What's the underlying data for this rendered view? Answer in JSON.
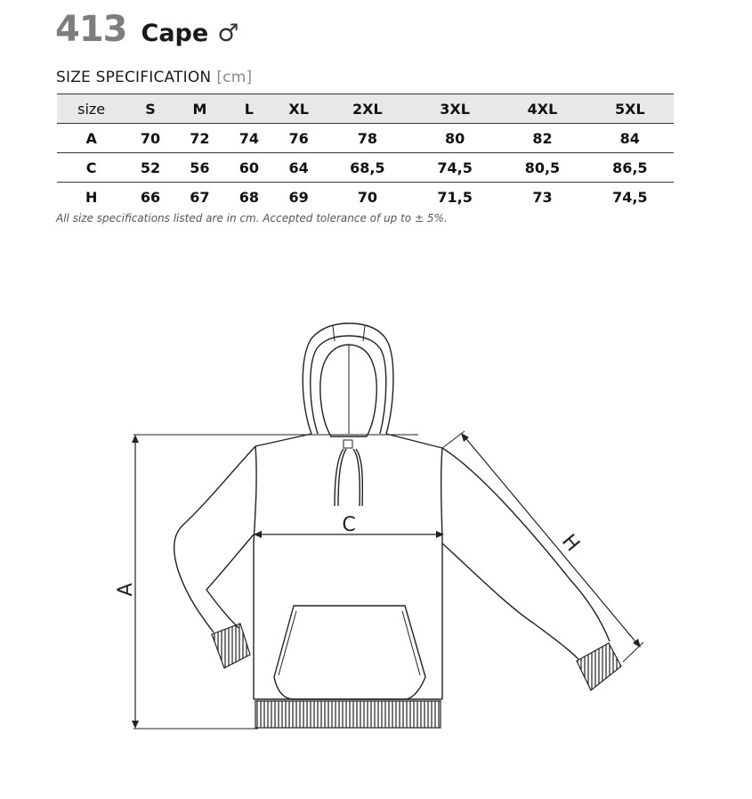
{
  "header": {
    "model_number": "413",
    "model_name": "Cape",
    "gender_symbol": "♂"
  },
  "spec": {
    "heading": "SIZE SPECIFICATION",
    "unit": "[cm]",
    "note": "All size specifications listed are in cm. Accepted tolerance of up to ± 5%."
  },
  "table": {
    "header_label": "size",
    "sizes": [
      "S",
      "M",
      "L",
      "XL",
      "2XL",
      "3XL",
      "4XL",
      "5XL"
    ],
    "rows": [
      {
        "label": "A",
        "values": [
          "70",
          "72",
          "74",
          "76",
          "78",
          "80",
          "82",
          "84"
        ]
      },
      {
        "label": "C",
        "values": [
          "52",
          "56",
          "60",
          "64",
          "68,5",
          "74,5",
          "80,5",
          "86,5"
        ]
      },
      {
        "label": "H",
        "values": [
          "66",
          "67",
          "68",
          "69",
          "70",
          "71,5",
          "73",
          "74,5"
        ]
      }
    ]
  },
  "diagram": {
    "label_a": "A",
    "label_c": "C",
    "label_h": "H"
  }
}
